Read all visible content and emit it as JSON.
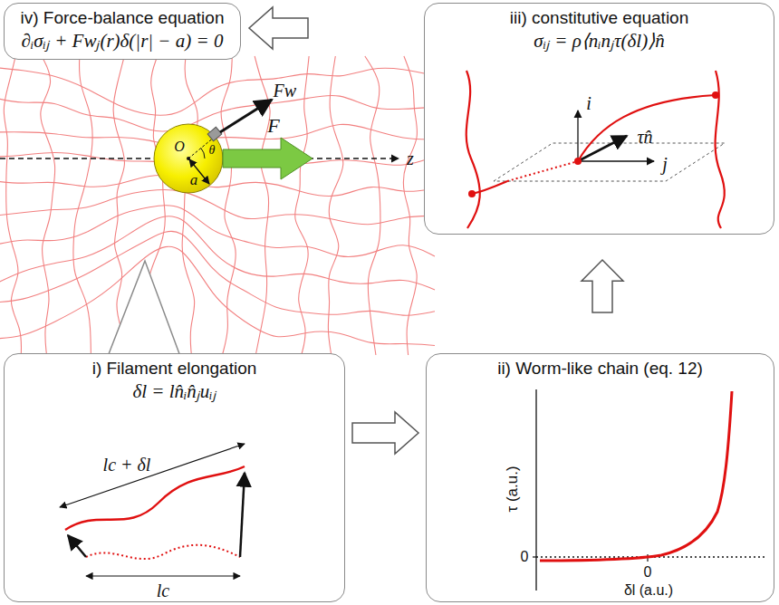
{
  "diagram": {
    "nodes": [
      {
        "text": [
          "iv) Force-balance equation",
          "∂ᵢσᵢⱼ + Fwⱼ(r)δ(|r| − a) = 0"
        ]
      },
      {
        "text": [
          "iii) constitutive equation",
          "σᵢⱼ = ρ⟨nᵢnⱼτ(δl)⟩n̂"
        ]
      },
      {
        "text": [
          "i) Filament elongation",
          "δl = ln̂ᵢn̂ⱼuᵢⱼ"
        ]
      },
      {
        "text": [
          "ii) Worm-like chain (eq. 12)"
        ]
      }
    ],
    "edges": [
      {
        "from": 2,
        "to": 3,
        "arrow": "to"
      },
      {
        "from": 3,
        "to": 1,
        "arrow": "to"
      },
      {
        "from": 1,
        "to": 0,
        "arrow": "to"
      }
    ],
    "labels": [
      "Fw⃗",
      "F",
      "O",
      "θ",
      "a",
      "z",
      "i",
      "j",
      "τn̂",
      "τ (a.u.)",
      "0",
      "0",
      "δl (a.u.)",
      "lc + δl",
      "lc"
    ]
  }
}
